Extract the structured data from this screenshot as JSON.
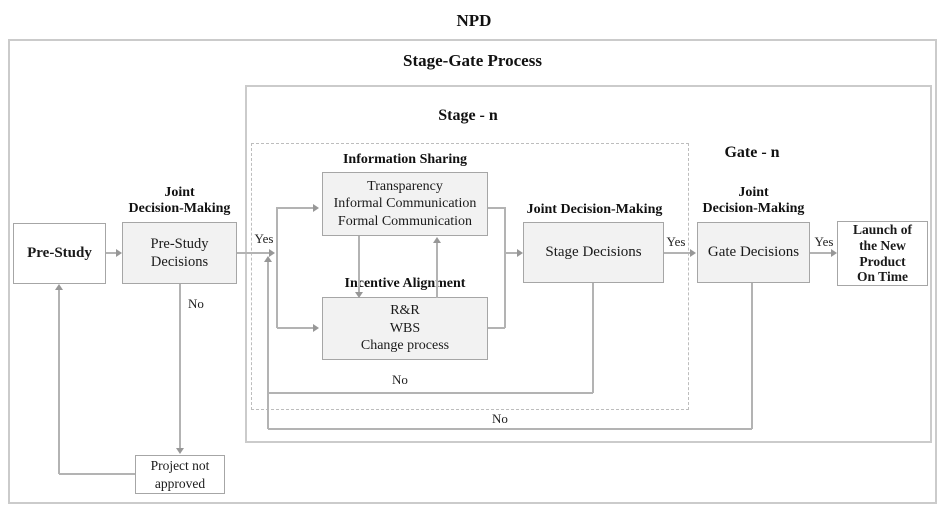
{
  "diagram": {
    "title": "NPD",
    "process_title": "Stage-Gate Process",
    "stage_title": "Stage - n",
    "gate_title": "Gate - n"
  },
  "nodes": {
    "pre_study": {
      "text": "Pre-Study"
    },
    "pre_study_decisions": {
      "label": "Joint\nDecision-Making",
      "text": "Pre-Study\nDecisions"
    },
    "information_sharing": {
      "label": "Information Sharing",
      "text": "Transparency\nInformal Communication\nFormal Communication"
    },
    "incentive_alignment": {
      "label": "Incentive Alignment",
      "text": "R&R\nWBS\nChange process"
    },
    "stage_decisions": {
      "label": "Joint Decision-Making",
      "text": "Stage Decisions"
    },
    "gate_decisions": {
      "label": "Joint\nDecision-Making",
      "text": "Gate Decisions"
    },
    "launch": {
      "text": "Launch of\nthe New\nProduct\nOn Time"
    },
    "project_not_approved": {
      "text": "Project not\napproved"
    }
  },
  "edge_labels": {
    "yes_pre_study": "Yes",
    "yes_stage": "Yes",
    "yes_gate": "Yes",
    "no_pre_study": "No",
    "no_stage": "No",
    "no_gate": "No"
  },
  "colors": {
    "container_border": "#cbcbcb",
    "dashed_border": "#bdbdbd",
    "node_border": "#a6a6a6",
    "node_fill": "#f2f2f2",
    "connector": "#b3b3b3",
    "text": "#1a1a1a"
  }
}
